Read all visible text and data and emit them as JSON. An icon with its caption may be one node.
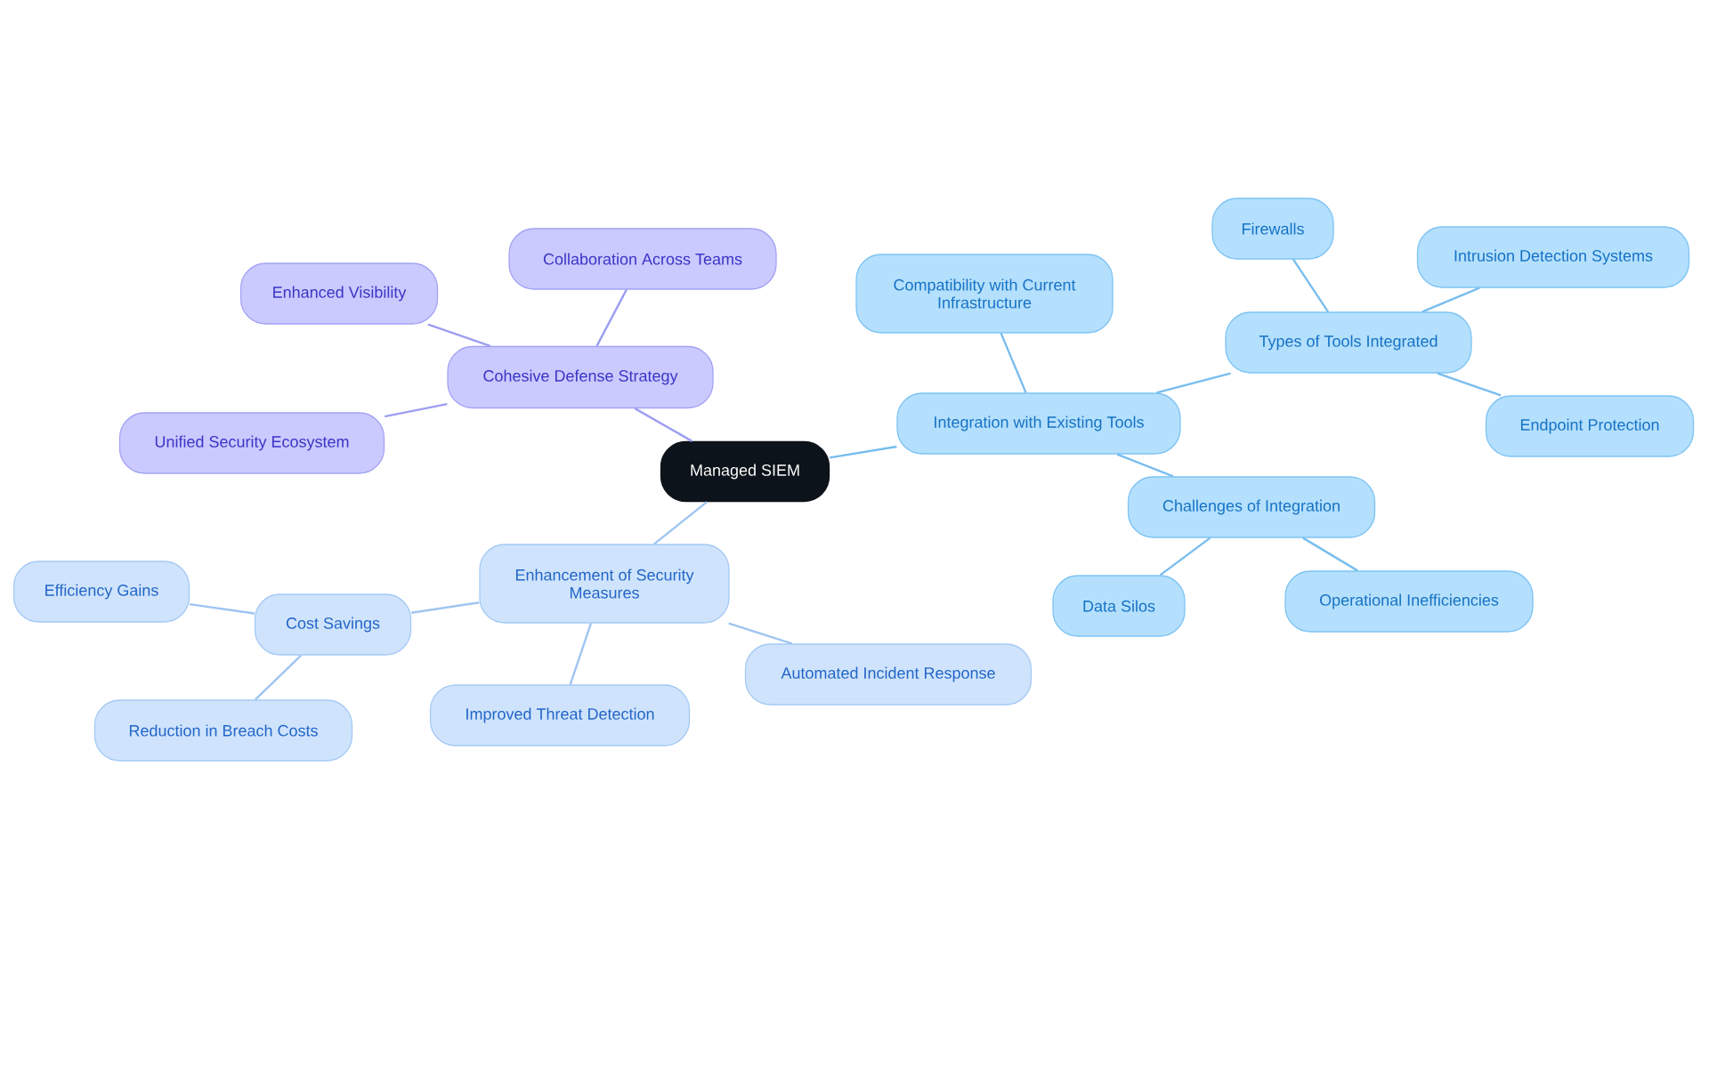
{
  "diagram": {
    "nodes": [
      {
        "text": [
          "Managed SIEM"
        ]
      },
      {
        "text": [
          "Cohesive Defense Strategy"
        ]
      },
      {
        "text": [
          "Enhanced Visibility"
        ]
      },
      {
        "text": [
          "Collaboration Across Teams"
        ]
      },
      {
        "text": [
          "Unified Security Ecosystem"
        ]
      },
      {
        "text": [
          "Integration with Existing Tools"
        ]
      },
      {
        "text": [
          "Compatibility with Current Infrastructure"
        ]
      },
      {
        "text": [
          "Types of Tools Integrated"
        ]
      },
      {
        "text": [
          "Firewalls"
        ]
      },
      {
        "text": [
          "Intrusion Detection Systems"
        ]
      },
      {
        "text": [
          "Endpoint Protection"
        ]
      },
      {
        "text": [
          "Challenges of Integration"
        ]
      },
      {
        "text": [
          "Data Silos"
        ]
      },
      {
        "text": [
          "Operational Inefficiencies"
        ]
      },
      {
        "text": [
          "Enhancement of Security Measures"
        ]
      },
      {
        "text": [
          "Cost Savings"
        ]
      },
      {
        "text": [
          "Efficiency Gains"
        ]
      },
      {
        "text": [
          "Reduction in Breach Costs"
        ]
      },
      {
        "text": [
          "Improved Threat Detection"
        ]
      },
      {
        "text": [
          "Automated Incident Response"
        ]
      }
    ],
    "edges": [
      {
        "from": 0,
        "to": 1,
        "arrow": "none",
        "color": "#9d9ef2"
      },
      {
        "from": 1,
        "to": 2,
        "arrow": "none",
        "color": "#9d9ef2"
      },
      {
        "from": 1,
        "to": 3,
        "arrow": "none",
        "color": "#9d9ef2"
      },
      {
        "from": 1,
        "to": 4,
        "arrow": "none",
        "color": "#9d9ef2"
      },
      {
        "from": 0,
        "to": 5,
        "arrow": "none"
      },
      {
        "from": 5,
        "to": 6,
        "arrow": "none"
      },
      {
        "from": 5,
        "to": 7,
        "arrow": "none"
      },
      {
        "from": 7,
        "to": 8,
        "arrow": "none"
      },
      {
        "from": 7,
        "to": 9,
        "arrow": "none"
      },
      {
        "from": 7,
        "to": 10,
        "arrow": "none"
      },
      {
        "from": 5,
        "to": 11,
        "arrow": "none"
      },
      {
        "from": 11,
        "to": 12,
        "arrow": "none"
      },
      {
        "from": 11,
        "to": 13,
        "arrow": "none"
      },
      {
        "from": 0,
        "to": 14,
        "arrow": "none",
        "color": "#9ec5f1"
      },
      {
        "from": 14,
        "to": 15,
        "arrow": "none",
        "color": "#9ec5f1"
      },
      {
        "from": 15,
        "to": 16,
        "arrow": "none",
        "color": "#9ec5f1"
      },
      {
        "from": 15,
        "to": 17,
        "arrow": "none",
        "color": "#9ec5f1"
      },
      {
        "from": 14,
        "to": 18,
        "arrow": "none",
        "color": "#9ec5f1"
      },
      {
        "from": 14,
        "to": 19,
        "arrow": "none",
        "color": "#9ec5f1"
      }
    ]
  }
}
